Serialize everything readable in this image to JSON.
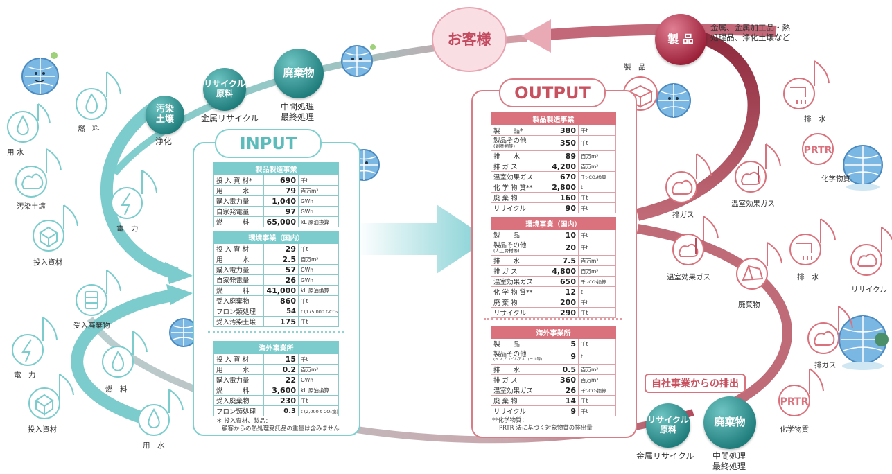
{
  "customer": "お客様",
  "product_circle": "製 品",
  "product_desc": [
    "金属、金属加工品・熱",
    "処理品、浄化土壌など"
  ],
  "input_top_circles": [
    {
      "label": [
        "汚染",
        "土壌"
      ],
      "caption": "浄化"
    },
    {
      "label": [
        "リサイクル",
        "原料"
      ],
      "caption": "金属リサイクル"
    },
    {
      "label": [
        "廃棄物"
      ],
      "caption": [
        "中間処理",
        "最終処理"
      ]
    }
  ],
  "input_icons_top": [
    {
      "label": "用 水",
      "icon": "water-drop-icon"
    },
    {
      "label": "燃　料",
      "icon": "flame-icon"
    },
    {
      "label": "汚染土壌",
      "icon": "soil-icon"
    },
    {
      "label": "電　力",
      "icon": "lightning-icon"
    },
    {
      "label": "投入資材",
      "icon": "material-icon"
    }
  ],
  "input_icons_bottom": [
    {
      "label": "受入廃棄物",
      "icon": "drum-icon"
    },
    {
      "label": "電　力",
      "icon": "lightning-icon"
    },
    {
      "label": "燃　料",
      "icon": "flame-icon"
    },
    {
      "label": "投入資材",
      "icon": "material-icon"
    },
    {
      "label": "用　水",
      "icon": "water-drop-icon"
    }
  ],
  "input": {
    "title": "INPUT",
    "tables": [
      {
        "header": "製品製造事業",
        "rows": [
          [
            "投 入 資 材*",
            "690",
            "千t"
          ],
          [
            "用　　　水",
            "79",
            "百万m³"
          ],
          [
            "購入電力量",
            "1,040",
            "GWh"
          ],
          [
            "自家発電量",
            "97",
            "GWh"
          ],
          [
            "燃　　　料",
            "65,000",
            "kL 原油換算"
          ]
        ]
      },
      {
        "header": "環境事業（国内）",
        "rows": [
          [
            "投 入 資 材",
            "29",
            "千t"
          ],
          [
            "用　　　水",
            "2.5",
            "百万m³"
          ],
          [
            "購入電力量",
            "57",
            "GWh"
          ],
          [
            "自家発電量",
            "26",
            "GWh"
          ],
          [
            "燃　　　料",
            "41,000",
            "kL 原油換算"
          ],
          [
            "受入廃棄物",
            "860",
            "千t"
          ],
          [
            "フロン類処理",
            "54",
            "t (175,000 t-CO₂換算)"
          ],
          [
            "受入汚染土壌",
            "175",
            "千t"
          ]
        ]
      },
      {
        "header": "海外事業所",
        "rows": [
          [
            "投 入 資 材",
            "15",
            "千t"
          ],
          [
            "用　　　水",
            "0.2",
            "百万m³"
          ],
          [
            "購入電力量",
            "22",
            "GWh"
          ],
          [
            "燃　　　料",
            "3,600",
            "kL 原油換算"
          ],
          [
            "受入廃棄物",
            "230",
            "千t"
          ],
          [
            "フロン類処理",
            "0.3",
            "t (2,000 t-CO₂換算)"
          ]
        ]
      }
    ],
    "note": [
      "＊ 投入資材、製品：",
      "顧客からの熱処理受託品の重量は含みません"
    ]
  },
  "output": {
    "title": "OUTPUT",
    "product_icon_label": "製　品",
    "tables": [
      {
        "header": "製品製造事業",
        "rows": [
          [
            "製　　品*",
            "",
            "380",
            "千t"
          ],
          [
            "製品その他",
            "(副産物等)",
            "350",
            "千t"
          ],
          [
            "排　　水",
            "",
            "89",
            "百万m³"
          ],
          [
            "排 ガ ス",
            "",
            "4,200",
            "百万m³"
          ],
          [
            "温室効果ガス",
            "",
            "670",
            "千t-CO₂換算"
          ],
          [
            "化 学 物 質**",
            "",
            "2,800",
            "t"
          ],
          [
            "廃 棄 物",
            "",
            "160",
            "千t"
          ],
          [
            "リサイクル",
            "",
            "90",
            "千t"
          ]
        ]
      },
      {
        "header": "環境事業（国内）",
        "rows": [
          [
            "製　　品",
            "",
            "10",
            "千t"
          ],
          [
            "製品その他",
            "(人工骨材等)",
            "20",
            "千t"
          ],
          [
            "排　　水",
            "",
            "7.5",
            "百万m³"
          ],
          [
            "排 ガ ス",
            "",
            "4,800",
            "百万m³"
          ],
          [
            "温室効果ガス",
            "",
            "650",
            "千t-CO₂換算"
          ],
          [
            "化 学 物 質**",
            "",
            "12",
            "t"
          ],
          [
            "廃 棄 物",
            "",
            "200",
            "千t"
          ],
          [
            "リサイクル",
            "",
            "290",
            "千t"
          ]
        ]
      },
      {
        "header": "海外事業所",
        "rows": [
          [
            "製　　品",
            "",
            "5",
            "千t"
          ],
          [
            "製品その他",
            "(イソプロピルアルコール等)",
            "9",
            "t"
          ],
          [
            "排　　水",
            "",
            "0.5",
            "百万m³"
          ],
          [
            "排 ガ ス",
            "",
            "360",
            "百万m³"
          ],
          [
            "温室効果ガス",
            "",
            "26",
            "千t-CO₂換算"
          ],
          [
            "廃 棄 物",
            "",
            "14",
            "千t"
          ],
          [
            "リサイクル",
            "",
            "9",
            "千t"
          ]
        ]
      }
    ],
    "note": [
      "**化学物質：",
      "PRTR 法に基づく対象物質の排出量"
    ]
  },
  "output_icons": [
    {
      "label": "排　水",
      "icon": "faucet-icon"
    },
    {
      "label": "化学物質",
      "icon": "prtr-icon",
      "text": "PRTR"
    },
    {
      "label": "排ガス",
      "icon": "gas-icon"
    },
    {
      "label": "温室効果ガス",
      "icon": "thermometer-icon"
    },
    {
      "label": "温室効果ガス",
      "icon": "thermometer-icon"
    },
    {
      "label": "排　水",
      "icon": "faucet-icon"
    },
    {
      "label": "リサイクル",
      "icon": "recycle-cloud-icon"
    },
    {
      "label": "廃棄物",
      "icon": "waste-icon"
    },
    {
      "label": "排ガス",
      "icon": "gas-icon"
    },
    {
      "label": "化学物質",
      "icon": "prtr-icon",
      "text": "PRTR"
    }
  ],
  "self_emission_label": "自社事業からの排出",
  "bottom_circles": [
    {
      "label": [
        "リサイクル",
        "原料"
      ],
      "caption": "金属リサイクル"
    },
    {
      "label": [
        "廃棄物"
      ],
      "caption": [
        "中間処理",
        "最終処理"
      ]
    }
  ],
  "colors": {
    "teal": "#7ccccd",
    "teal_dark": "#1e7c7b",
    "red": "#d9727c",
    "red_dark": "#9b2038",
    "pink": "#f5cfd6"
  }
}
